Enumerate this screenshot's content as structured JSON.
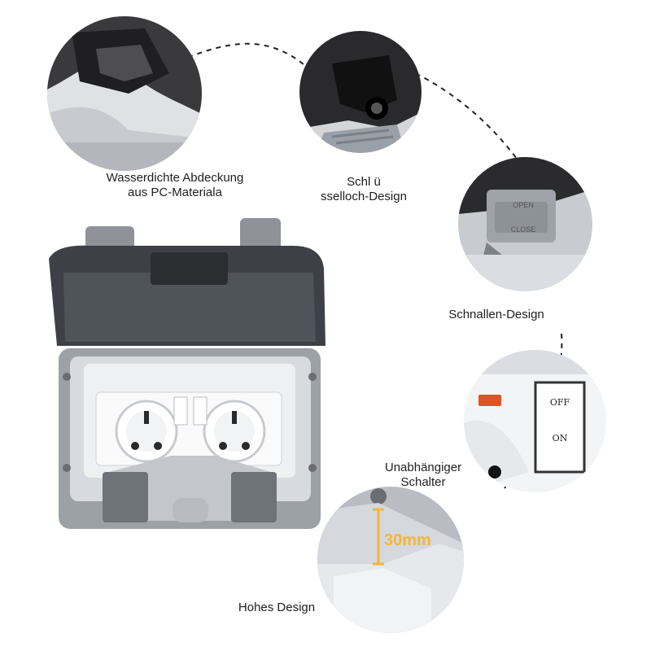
{
  "labels": {
    "cover": [
      "Wasserdichte Abdeckung",
      "aus PC-Materiala"
    ],
    "hole": [
      "Schl ü",
      "sselloch-Design"
    ],
    "buckle": "Schnallen-Design",
    "switch": [
      "Unabhängiger",
      "Schalter"
    ],
    "height": "Hohes Design"
  },
  "switch_text": {
    "off": "OFF",
    "on": "ON"
  },
  "dimension": "30mm",
  "buckle_marks": {
    "open": "OPEN",
    "close": "CLOSE"
  },
  "colors": {
    "accent": "#f2b63a",
    "dashed": "#222222"
  }
}
